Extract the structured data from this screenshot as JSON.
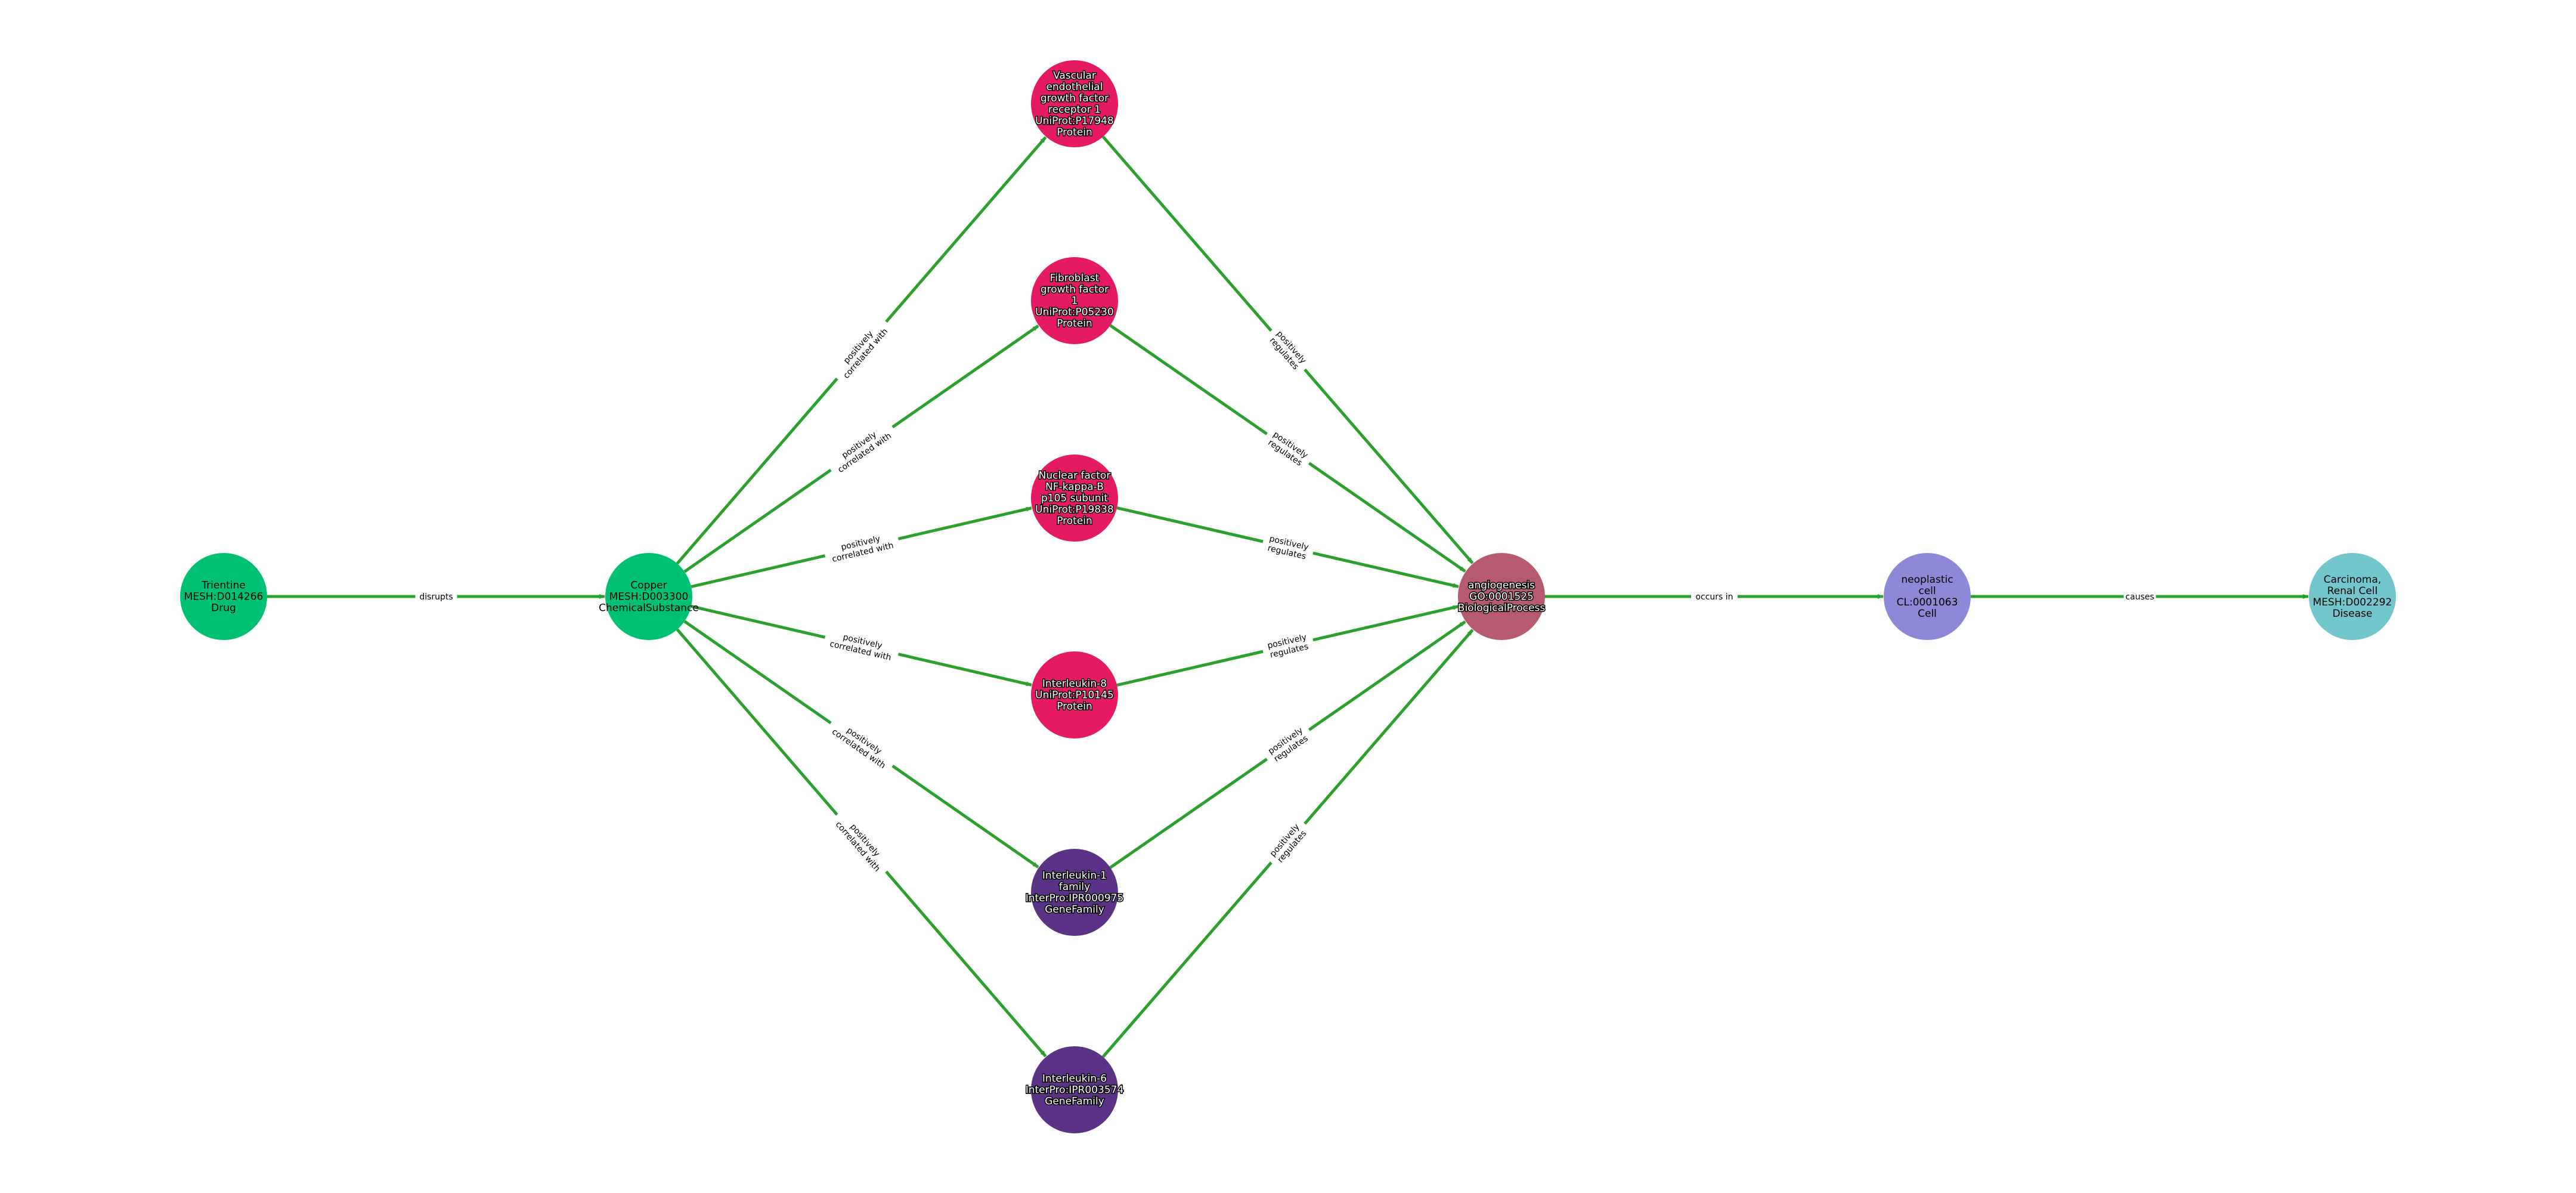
{
  "colors": {
    "edge": "#2ca02c",
    "drug": "#00c171",
    "chemical": "#00c171",
    "protein": "#e61a62",
    "gene_family": "#5b3386",
    "biological_process": "#b55a6f",
    "cell": "#8d89d6",
    "disease": "#73c6cb"
  },
  "nodes": [
    {
      "id": "trientine",
      "lines": [
        "Trientine",
        "MESH:D014266",
        "Drug"
      ],
      "color_key": "drug",
      "outlined": false
    },
    {
      "id": "copper",
      "lines": [
        "Copper",
        "MESH:D003300",
        "ChemicalSubstance"
      ],
      "color_key": "chemical",
      "outlined": false
    },
    {
      "id": "vegfr1",
      "lines": [
        "Vascular",
        "endothelial",
        "growth factor",
        "receptor 1",
        "UniProt:P17948",
        "Protein"
      ],
      "color_key": "protein",
      "outlined": true
    },
    {
      "id": "fgf1",
      "lines": [
        "Fibroblast",
        "growth factor",
        "1",
        "UniProt:P05230",
        "Protein"
      ],
      "color_key": "protein",
      "outlined": true
    },
    {
      "id": "nfkb",
      "lines": [
        "Nuclear factor",
        "NF-kappa-B",
        "p105 subunit",
        "UniProt:P19838",
        "Protein"
      ],
      "color_key": "protein",
      "outlined": true
    },
    {
      "id": "il8",
      "lines": [
        "Interleukin-8",
        "UniProt:P10145",
        "Protein"
      ],
      "color_key": "protein",
      "outlined": true
    },
    {
      "id": "il1",
      "lines": [
        "Interleukin-1",
        "family",
        "InterPro:IPR000975",
        "GeneFamily"
      ],
      "color_key": "gene_family",
      "outlined": true
    },
    {
      "id": "il6",
      "lines": [
        "Interleukin-6",
        "InterPro:IPR003574",
        "GeneFamily"
      ],
      "color_key": "gene_family",
      "outlined": true
    },
    {
      "id": "angio",
      "lines": [
        "angiogenesis",
        "GO:0001525",
        "BiologicalProcess"
      ],
      "color_key": "biological_process",
      "outlined": true
    },
    {
      "id": "neo",
      "lines": [
        "neoplastic",
        "cell",
        "CL:0001063",
        "Cell"
      ],
      "color_key": "cell",
      "outlined": false
    },
    {
      "id": "rcc",
      "lines": [
        "Carcinoma,",
        "Renal Cell",
        "MESH:D002292",
        "Disease"
      ],
      "color_key": "disease",
      "outlined": false
    }
  ],
  "edges": [
    {
      "source": "trientine",
      "target": "copper",
      "lines": [
        "disrupts"
      ]
    },
    {
      "source": "copper",
      "target": "vegfr1",
      "lines": [
        "positively",
        "correlated with"
      ]
    },
    {
      "source": "copper",
      "target": "fgf1",
      "lines": [
        "positively",
        "correlated with"
      ]
    },
    {
      "source": "copper",
      "target": "nfkb",
      "lines": [
        "positively",
        "correlated with"
      ]
    },
    {
      "source": "copper",
      "target": "il8",
      "lines": [
        "positively",
        "correlated with"
      ]
    },
    {
      "source": "copper",
      "target": "il1",
      "lines": [
        "positively",
        "correlated with"
      ]
    },
    {
      "source": "copper",
      "target": "il6",
      "lines": [
        "positively",
        "correlated with"
      ]
    },
    {
      "source": "vegfr1",
      "target": "angio",
      "lines": [
        "positively",
        "regulates"
      ]
    },
    {
      "source": "fgf1",
      "target": "angio",
      "lines": [
        "positively",
        "regulates"
      ]
    },
    {
      "source": "nfkb",
      "target": "angio",
      "lines": [
        "positively",
        "regulates"
      ]
    },
    {
      "source": "il8",
      "target": "angio",
      "lines": [
        "positively",
        "regulates"
      ]
    },
    {
      "source": "il1",
      "target": "angio",
      "lines": [
        "positively",
        "regulates"
      ]
    },
    {
      "source": "il6",
      "target": "angio",
      "lines": [
        "positively",
        "regulates"
      ]
    },
    {
      "source": "angio",
      "target": "neo",
      "lines": [
        "occurs in"
      ]
    },
    {
      "source": "neo",
      "target": "rcc",
      "lines": [
        "causes"
      ]
    }
  ]
}
